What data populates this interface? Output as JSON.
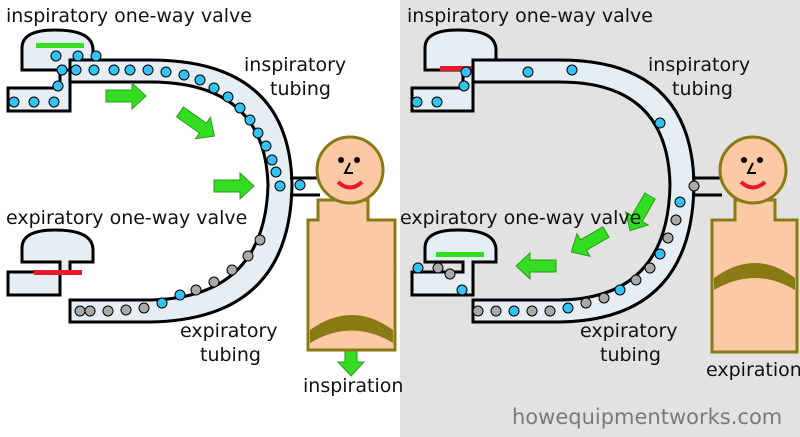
{
  "colors": {
    "right_panel_bg": "#e2e2e2",
    "tube_fill": "#e6edf3",
    "outline": "#000000",
    "o2_bubble": "#33c2f2",
    "co2_bubble": "#a9a9a9",
    "flow_arrow": "#33dd22",
    "valve_open": "#33dd22",
    "valve_closed": "#e8192c",
    "skin": "#fbc9a3",
    "body_outline": "#8a7a14",
    "diaphragm": "#8a7a14",
    "mouth": "#e8192c"
  },
  "panels": {
    "left": {
      "state": "inspiration",
      "inspiratory_valve": "open",
      "expiratory_valve": "closed",
      "labels": {
        "inspiratory_valve": "inspiratory one-way valve",
        "inspiratory_tubing_line1": "inspiratory",
        "inspiratory_tubing_line2": "tubing",
        "expiratory_valve": "expiratory one-way valve",
        "expiratory_tubing_line1": "expiratory",
        "expiratory_tubing_line2": "tubing",
        "phase": "inspiration"
      }
    },
    "right": {
      "state": "expiration",
      "inspiratory_valve": "closed",
      "expiratory_valve": "open",
      "labels": {
        "inspiratory_valve": "inspiratory one-way valve",
        "inspiratory_tubing_line1": "inspiratory",
        "inspiratory_tubing_line2": "tubing",
        "expiratory_valve": "expiratory one-way valve",
        "expiratory_tubing_line1": "expiratory",
        "expiratory_tubing_line2": "tubing",
        "phase": "expiration"
      }
    }
  },
  "credit": "howequipmentworks.com"
}
